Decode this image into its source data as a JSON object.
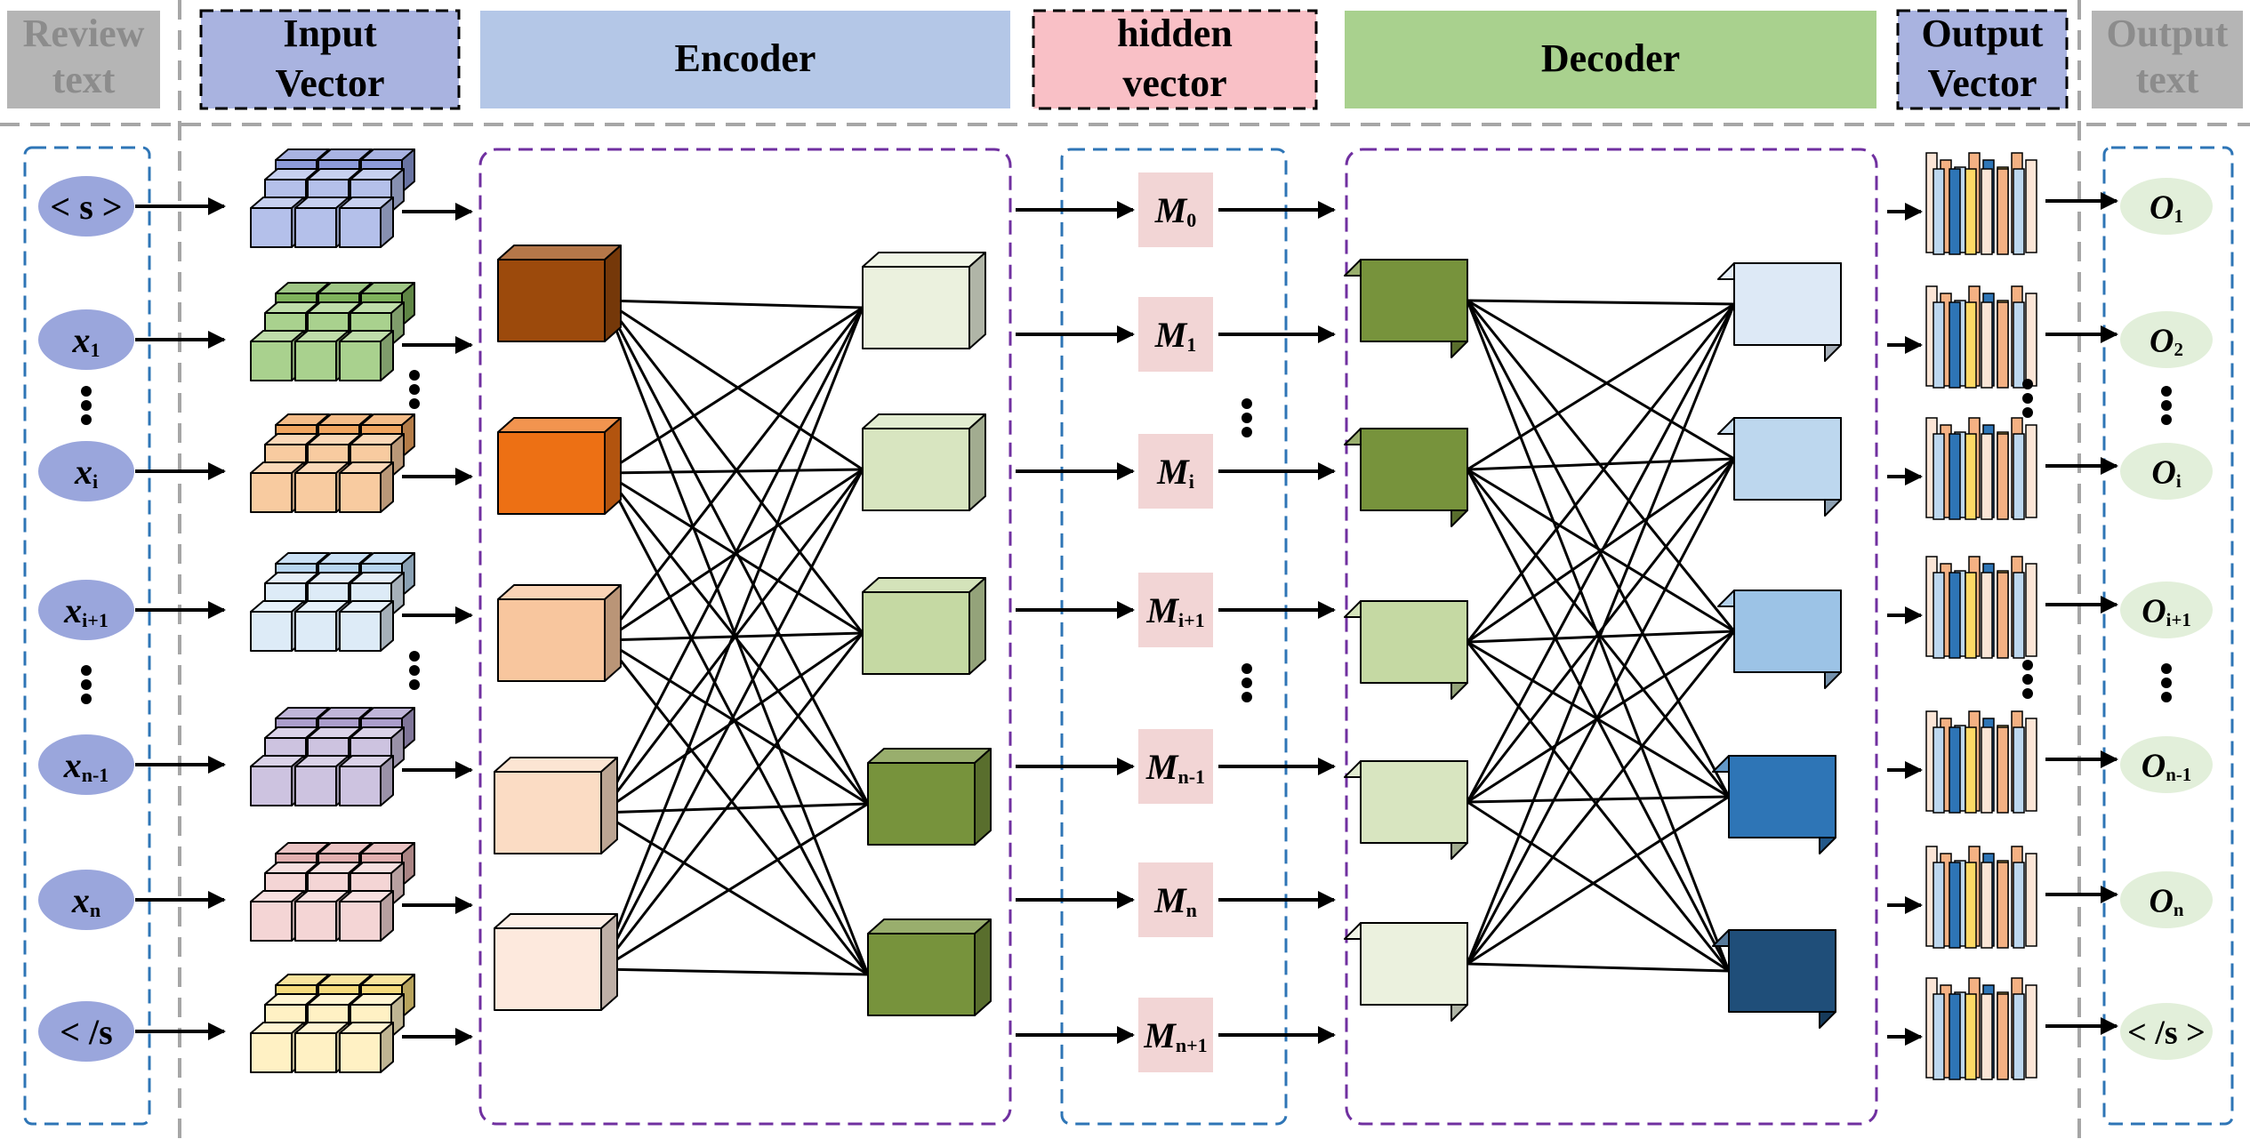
{
  "headers": {
    "review_text": [
      "Review",
      "text"
    ],
    "input_vector": [
      "Input",
      "Vector"
    ],
    "encoder": "Encoder",
    "hidden_vector": [
      "hidden",
      "vector"
    ],
    "decoder": "Decoder",
    "output_vector": [
      "Output",
      "Vector"
    ],
    "output_text": [
      "Output",
      "text"
    ]
  },
  "input_tokens": [
    {
      "main": "< s >",
      "sub": ""
    },
    {
      "main": "x",
      "sub": "1"
    },
    {
      "main": "x",
      "sub": "i"
    },
    {
      "main": "x",
      "sub": "i+1"
    },
    {
      "main": "x",
      "sub": "n-1"
    },
    {
      "main": "x",
      "sub": "n"
    },
    {
      "main": "< /s",
      "sub": ""
    }
  ],
  "hidden_tokens": [
    {
      "main": "M",
      "sub": "0"
    },
    {
      "main": "M",
      "sub": "1"
    },
    {
      "main": "M",
      "sub": "i"
    },
    {
      "main": "M",
      "sub": "i+1"
    },
    {
      "main": "M",
      "sub": "n-1"
    },
    {
      "main": "M",
      "sub": "n"
    },
    {
      "main": "M",
      "sub": "n+1"
    }
  ],
  "output_tokens": [
    {
      "main": "O",
      "sub": "1"
    },
    {
      "main": "O",
      "sub": "2"
    },
    {
      "main": "O",
      "sub": "i"
    },
    {
      "main": "O",
      "sub": "i+1"
    },
    {
      "main": "O",
      "sub": "n-1"
    },
    {
      "main": "O",
      "sub": "n"
    },
    {
      "main": "< /s >",
      "sub": ""
    }
  ],
  "colors": {
    "header_gray": "#b5b5b5",
    "header_purple": "#a9b3e0",
    "header_blue": "#b4c7e7",
    "header_pink": "#f9c0c6",
    "header_green": "#a9d18e",
    "token_oval_input": "#9aa6dc",
    "token_oval_output": "#e2efda",
    "hidden_box": "#f2d5d5",
    "dash_blue": "#2e75b6",
    "dash_purple": "#7030a0",
    "dash_gray": "#a6a6a6",
    "cube_sets": [
      [
        "#b4c0ea",
        "#8c9ad8"
      ],
      [
        "#a9d18e",
        "#7fb35c"
      ],
      [
        "#f8cba0",
        "#f0a560"
      ],
      [
        "#ddebf7",
        "#b8d6f0"
      ],
      [
        "#cdc3e0",
        "#ab9dcc"
      ],
      [
        "#f4d5d5",
        "#e3b0b0"
      ],
      [
        "#fff1c4",
        "#f5da7c"
      ]
    ],
    "encoder_left": [
      "#9c4a0c",
      "#ed7014",
      "#f8c69e",
      "#fbdcc4",
      "#fde9dd"
    ],
    "encoder_right": [
      "#ebf1de",
      "#d8e5c0",
      "#c5d9a3",
      "#77933c",
      "#77933c"
    ],
    "decoder_left": [
      "#77933c",
      "#77933c",
      "#c5d9a3",
      "#d8e5c0",
      "#ebf1de"
    ],
    "decoder_right": [
      "#dde9f6",
      "#bdd7ee",
      "#9cc3e6",
      "#2e75b6",
      "#1f4e79"
    ],
    "bar_colors": [
      "#fbe5d6",
      "#f4b183",
      "#bdd7ee",
      "#2e75b6",
      "#ffd966"
    ]
  }
}
